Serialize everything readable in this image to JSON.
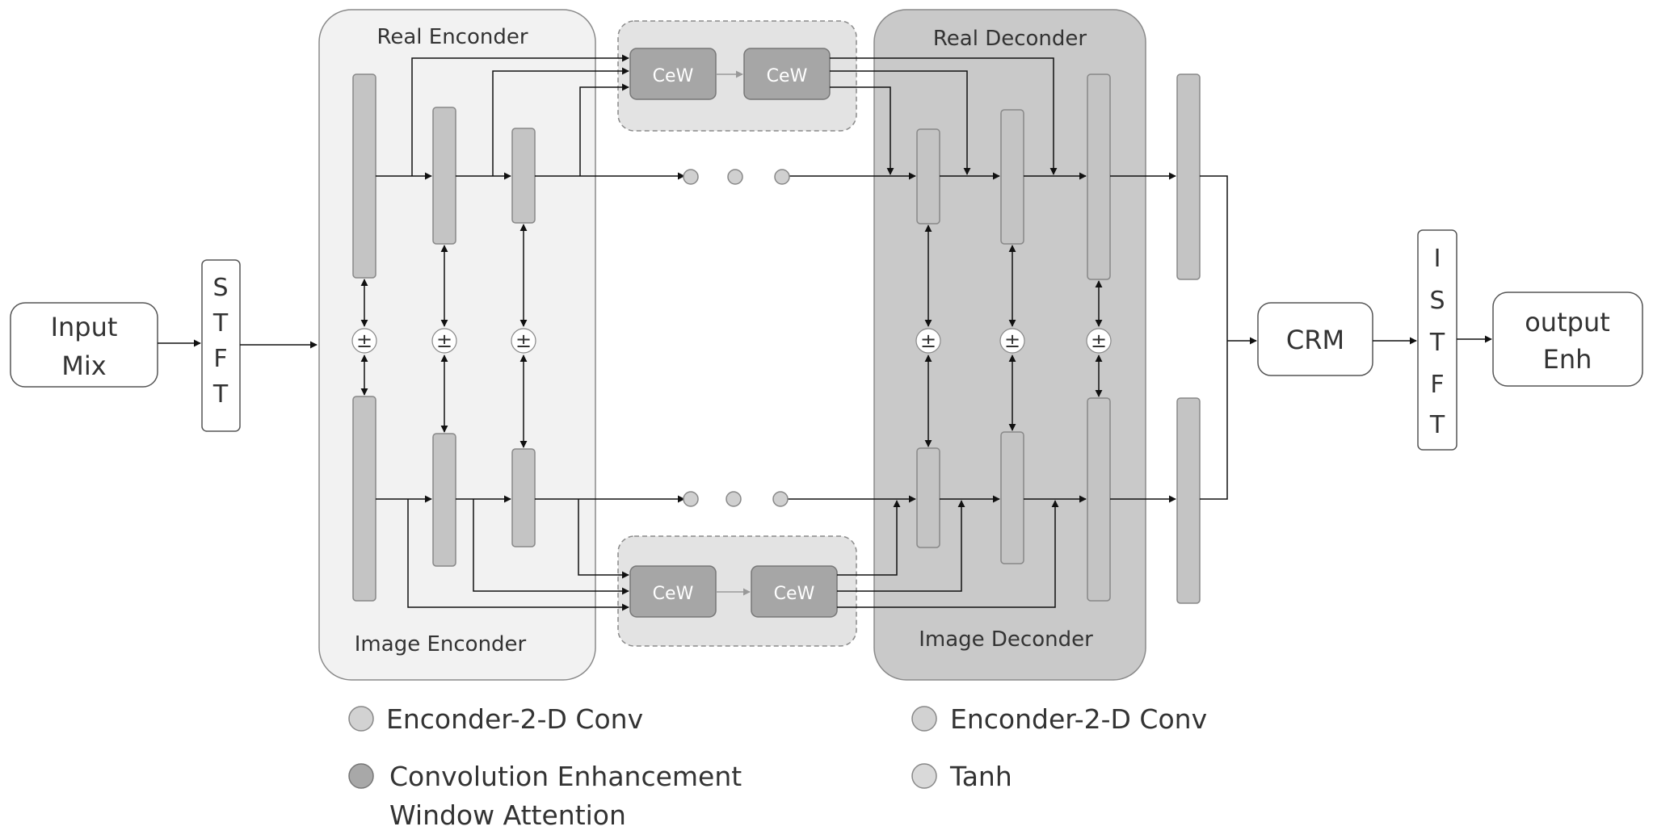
{
  "blocks": {
    "input": [
      "Input",
      "Mix"
    ],
    "stft": [
      "S",
      "T",
      "F",
      "T"
    ],
    "istft": [
      "I",
      "S",
      "T",
      "F",
      "T"
    ],
    "crm": "CRM",
    "output": [
      "output",
      "Enh"
    ]
  },
  "groups": {
    "real_encoder": "Real Enconder",
    "image_encoder": "Image Enconder",
    "real_decoder": "Real Deconder",
    "image_decoder": "Image Deconder"
  },
  "cew_label": "CeW",
  "op_symbol": "±",
  "legend": [
    {
      "label": "Enconder-2-D Conv",
      "color": "#d2d2d2"
    },
    {
      "label": "Convolution Enhancement",
      "label2": "Window Attention",
      "color": "#a8a8a8"
    },
    {
      "label": "Enconder-2-D Conv",
      "color": "#d2d2d2"
    },
    {
      "label": "Tanh",
      "color": "#d9d9d9"
    }
  ],
  "colors": {
    "encoder_bg": "#f2f2f2",
    "decoder_bg": "#c9c9c9",
    "bar_fill": "#c4c4c4",
    "cew_fill": "#a6a6a6",
    "cew_group_bg": "#e3e3e3",
    "line": "#111111"
  }
}
